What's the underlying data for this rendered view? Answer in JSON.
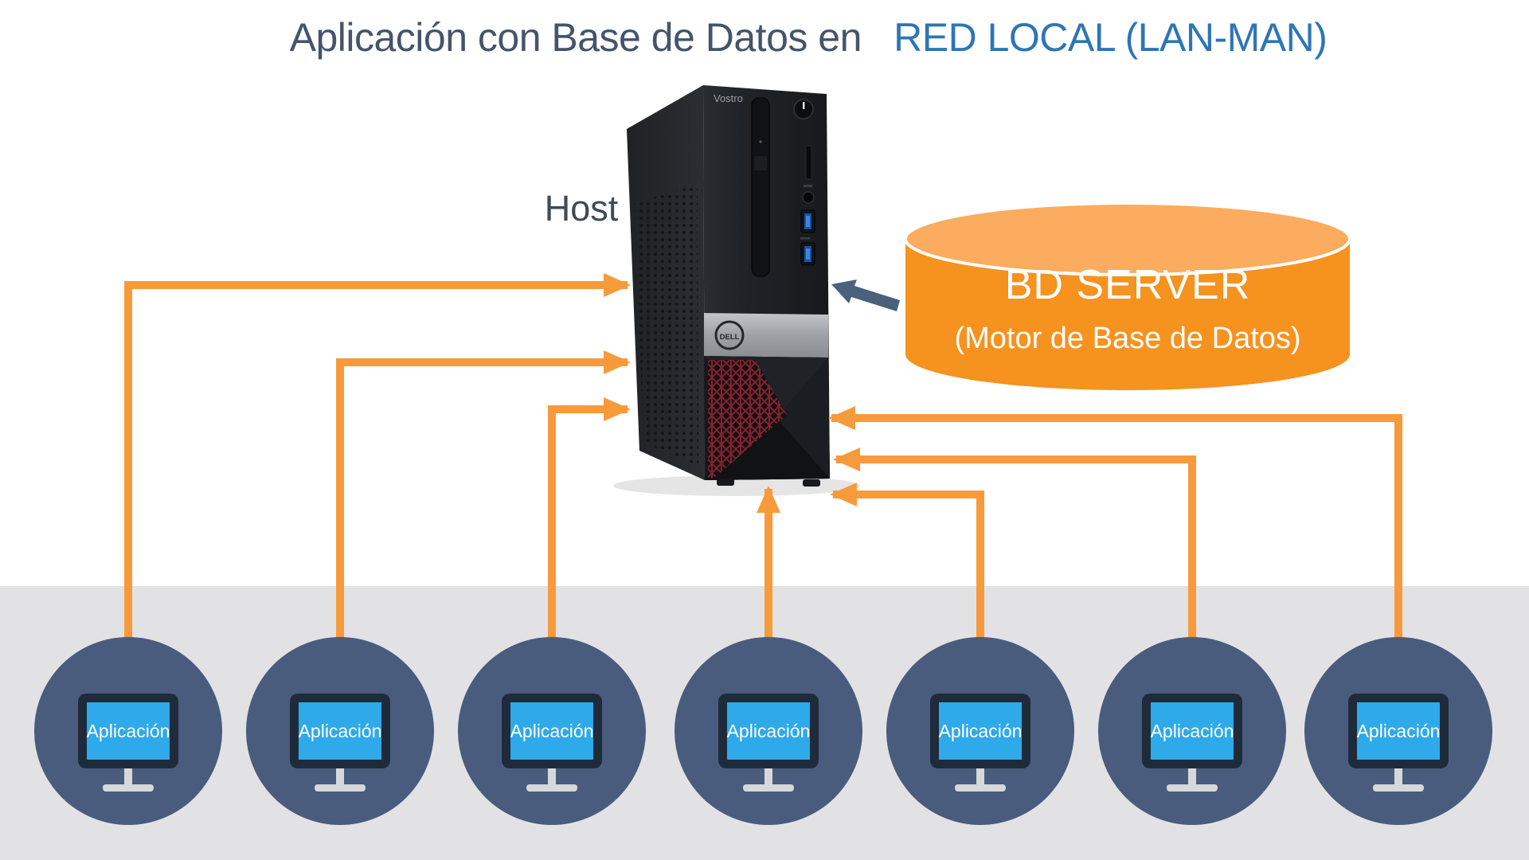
{
  "title": {
    "text_dark": "Aplicación con Base de Datos en",
    "text_blue": "RED LOCAL (LAN-MAN)"
  },
  "host": {
    "label": "Host",
    "brand": "Vostro",
    "logo_text": "DELL"
  },
  "database": {
    "title": "BD SERVER",
    "subtitle": "(Motor de Base de Datos)"
  },
  "clients": [
    {
      "label": "Aplicación"
    },
    {
      "label": "Aplicación"
    },
    {
      "label": "Aplicación"
    },
    {
      "label": "Aplicación"
    },
    {
      "label": "Aplicación"
    },
    {
      "label": "Aplicación"
    },
    {
      "label": "Aplicación"
    }
  ],
  "colors": {
    "title_dark": "#44546A",
    "title_blue": "#2E75B6",
    "arrow_orange": "#F79A3B",
    "arrow_dark": "#4A617C",
    "cylinder_body": "#F6921E",
    "cylinder_top": "#FBAC5E",
    "band_gray": "#E2E2E4",
    "circle_blue": "#4A5C7E",
    "screen_blue": "#2EA9E9",
    "monitor_frame": "#1E2B3A",
    "text_white": "#FFFFFF"
  }
}
